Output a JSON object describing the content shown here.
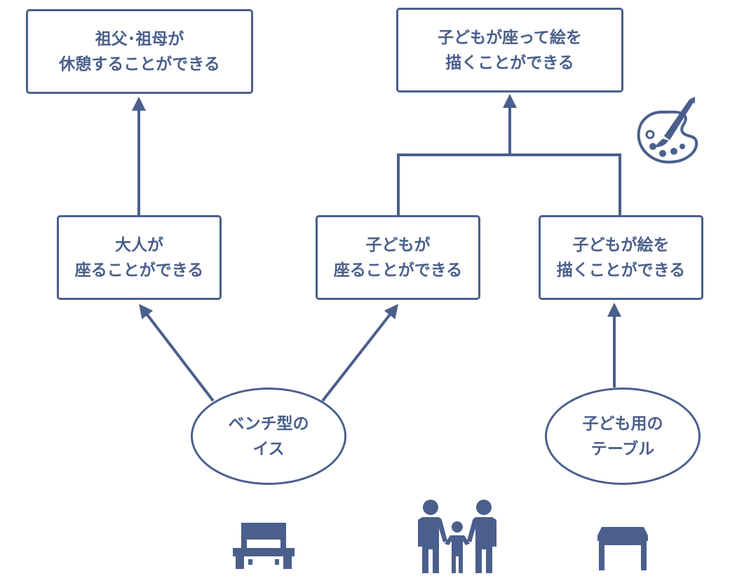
{
  "colors": {
    "primary": "#4a5f8c",
    "background": "#ffffff"
  },
  "nodes": {
    "grandparents": {
      "line1": "祖父･祖母が",
      "line2": "休憩することができる"
    },
    "child_sit_draw": {
      "line1": "子どもが座って絵を",
      "line2": "描くことができる"
    },
    "adult_sit": {
      "line1": "大人が",
      "line2": "座ることができる"
    },
    "child_sit": {
      "line1": "子どもが",
      "line2": "座ることができる"
    },
    "child_draw": {
      "line1": "子どもが絵を",
      "line2": "描くことができる"
    },
    "bench": {
      "line1": "ベンチ型の",
      "line2": "イス"
    },
    "kids_table": {
      "line1": "子ども用の",
      "line2": "テーブル"
    }
  },
  "icons": [
    "palette-icon",
    "bench-icon",
    "family-icon",
    "table-icon"
  ]
}
